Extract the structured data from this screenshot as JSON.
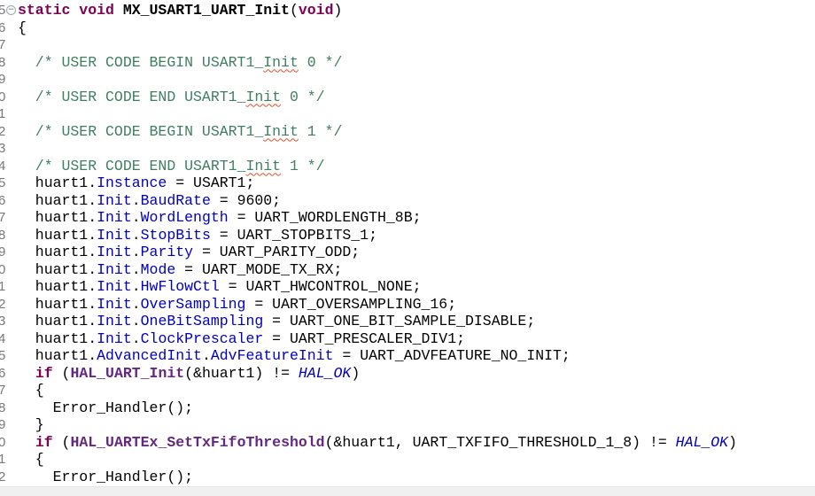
{
  "editor": {
    "lines": [
      {
        "num": "5",
        "fold": true,
        "tokens": [
          [
            "k",
            "static void "
          ],
          [
            "fb",
            "MX_USART1_UART_Init"
          ],
          [
            "p",
            "("
          ],
          [
            "k",
            "void"
          ],
          [
            "p",
            ")"
          ]
        ]
      },
      {
        "num": "6",
        "tokens": [
          [
            "p",
            "{"
          ]
        ]
      },
      {
        "num": "7",
        "tokens": []
      },
      {
        "num": "8",
        "tokens": [
          [
            "c",
            "  /* USER CODE BEGIN USART1_"
          ],
          [
            "sp",
            "Init"
          ],
          [
            "c",
            " 0 */"
          ]
        ]
      },
      {
        "num": "9",
        "tokens": []
      },
      {
        "num": "0",
        "tokens": [
          [
            "c",
            "  /* USER CODE END USART1_"
          ],
          [
            "sp",
            "Init"
          ],
          [
            "c",
            " 0 */"
          ]
        ]
      },
      {
        "num": "1",
        "tokens": []
      },
      {
        "num": "2",
        "tokens": [
          [
            "c",
            "  /* USER CODE BEGIN USART1_"
          ],
          [
            "sp",
            "Init"
          ],
          [
            "c",
            " 1 */"
          ]
        ]
      },
      {
        "num": "3",
        "tokens": []
      },
      {
        "num": "4",
        "tokens": [
          [
            "c",
            "  /* USER CODE END USART1_"
          ],
          [
            "sp",
            "Init"
          ],
          [
            "c",
            " 1 */"
          ]
        ]
      },
      {
        "num": "5",
        "tokens": [
          [
            "p",
            "  huart1."
          ],
          [
            "fl",
            "Instance"
          ],
          [
            "p",
            " = USART1;"
          ]
        ]
      },
      {
        "num": "6",
        "tokens": [
          [
            "p",
            "  huart1."
          ],
          [
            "fl",
            "Init"
          ],
          [
            "p",
            "."
          ],
          [
            "fl",
            "BaudRate"
          ],
          [
            "p",
            " = 9600;"
          ]
        ]
      },
      {
        "num": "7",
        "tokens": [
          [
            "p",
            "  huart1."
          ],
          [
            "fl",
            "Init"
          ],
          [
            "p",
            "."
          ],
          [
            "fl",
            "WordLength"
          ],
          [
            "p",
            " = UART_WORDLENGTH_8B;"
          ]
        ]
      },
      {
        "num": "8",
        "tokens": [
          [
            "p",
            "  huart1."
          ],
          [
            "fl",
            "Init"
          ],
          [
            "p",
            "."
          ],
          [
            "fl",
            "StopBits"
          ],
          [
            "p",
            " = UART_STOPBITS_1;"
          ]
        ]
      },
      {
        "num": "9",
        "tokens": [
          [
            "p",
            "  huart1."
          ],
          [
            "fl",
            "Init"
          ],
          [
            "p",
            "."
          ],
          [
            "fl",
            "Parity"
          ],
          [
            "p",
            " = UART_PARITY_ODD;"
          ]
        ]
      },
      {
        "num": "0",
        "tokens": [
          [
            "p",
            "  huart1."
          ],
          [
            "fl",
            "Init"
          ],
          [
            "p",
            "."
          ],
          [
            "fl",
            "Mode"
          ],
          [
            "p",
            " = UART_MODE_TX_RX;"
          ]
        ]
      },
      {
        "num": "1",
        "tokens": [
          [
            "p",
            "  huart1."
          ],
          [
            "fl",
            "Init"
          ],
          [
            "p",
            "."
          ],
          [
            "fl",
            "HwFlowCtl"
          ],
          [
            "p",
            " = UART_HWCONTROL_NONE;"
          ]
        ]
      },
      {
        "num": "2",
        "tokens": [
          [
            "p",
            "  huart1."
          ],
          [
            "fl",
            "Init"
          ],
          [
            "p",
            "."
          ],
          [
            "fl",
            "OverSampling"
          ],
          [
            "p",
            " = UART_OVERSAMPLING_16;"
          ]
        ]
      },
      {
        "num": "3",
        "tokens": [
          [
            "p",
            "  huart1."
          ],
          [
            "fl",
            "Init"
          ],
          [
            "p",
            "."
          ],
          [
            "fl",
            "OneBitSampling"
          ],
          [
            "p",
            " = UART_ONE_BIT_SAMPLE_DISABLE;"
          ]
        ]
      },
      {
        "num": "4",
        "tokens": [
          [
            "p",
            "  huart1."
          ],
          [
            "fl",
            "Init"
          ],
          [
            "p",
            "."
          ],
          [
            "fl",
            "ClockPrescaler"
          ],
          [
            "p",
            " = UART_PRESCALER_DIV1;"
          ]
        ]
      },
      {
        "num": "5",
        "tokens": [
          [
            "p",
            "  huart1."
          ],
          [
            "fl",
            "AdvancedInit"
          ],
          [
            "p",
            "."
          ],
          [
            "fl",
            "AdvFeatureInit"
          ],
          [
            "p",
            " = UART_ADVFEATURE_NO_INIT;"
          ]
        ]
      },
      {
        "num": "6",
        "tokens": [
          [
            "p",
            "  "
          ],
          [
            "k",
            "if"
          ],
          [
            "p",
            " ("
          ],
          [
            "f",
            "HAL_UART_Init"
          ],
          [
            "p",
            "(&huart1) != "
          ],
          [
            "i",
            "HAL_OK"
          ],
          [
            "p",
            ")"
          ]
        ]
      },
      {
        "num": "7",
        "tokens": [
          [
            "p",
            "  {"
          ]
        ]
      },
      {
        "num": "8",
        "tokens": [
          [
            "p",
            "    Error_Handler();"
          ]
        ]
      },
      {
        "num": "9",
        "tokens": [
          [
            "p",
            "  }"
          ]
        ]
      },
      {
        "num": "0",
        "tokens": [
          [
            "p",
            "  "
          ],
          [
            "k",
            "if"
          ],
          [
            "p",
            " ("
          ],
          [
            "f",
            "HAL_UARTEx_SetTxFifoThreshold"
          ],
          [
            "p",
            "(&huart1, UART_TXFIFO_THRESHOLD_1_8) != "
          ],
          [
            "i",
            "HAL_OK"
          ],
          [
            "p",
            ")"
          ]
        ]
      },
      {
        "num": "1",
        "tokens": [
          [
            "p",
            "  {"
          ]
        ]
      },
      {
        "num": "2",
        "tokens": [
          [
            "p",
            "    Error_Handler();"
          ]
        ]
      }
    ]
  },
  "colors": {
    "keyword": "#7f0055",
    "function": "#642880",
    "comment": "#3f7f5f",
    "field": "#0000c0",
    "constant": "#0000c0",
    "line_number": "#787878"
  }
}
